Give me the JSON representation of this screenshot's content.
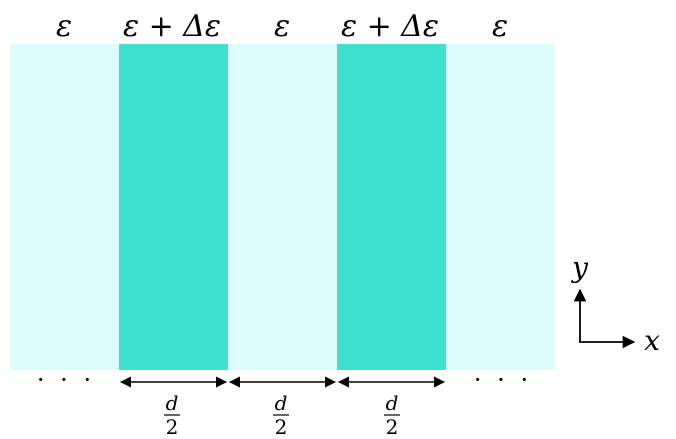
{
  "colors": {
    "background_layer": "#dcfdfc",
    "high_eps_layer": "#40e0d0",
    "ink": "#000000"
  },
  "layers": [
    {
      "label": "ε",
      "kind": "background_layer"
    },
    {
      "label": "ε + Δε",
      "kind": "high_eps_layer"
    },
    {
      "label": "ε",
      "kind": "background_layer"
    },
    {
      "label": "ε + Δε",
      "kind": "high_eps_layer"
    },
    {
      "label": "ε",
      "kind": "background_layer"
    }
  ],
  "continuation": {
    "left": "· · ·",
    "right": "· · ·"
  },
  "dimensions": [
    {
      "numerator": "d",
      "denominator": "2"
    },
    {
      "numerator": "d",
      "denominator": "2"
    },
    {
      "numerator": "d",
      "denominator": "2"
    }
  ],
  "axes": {
    "x_label": "x",
    "y_label": "y"
  }
}
